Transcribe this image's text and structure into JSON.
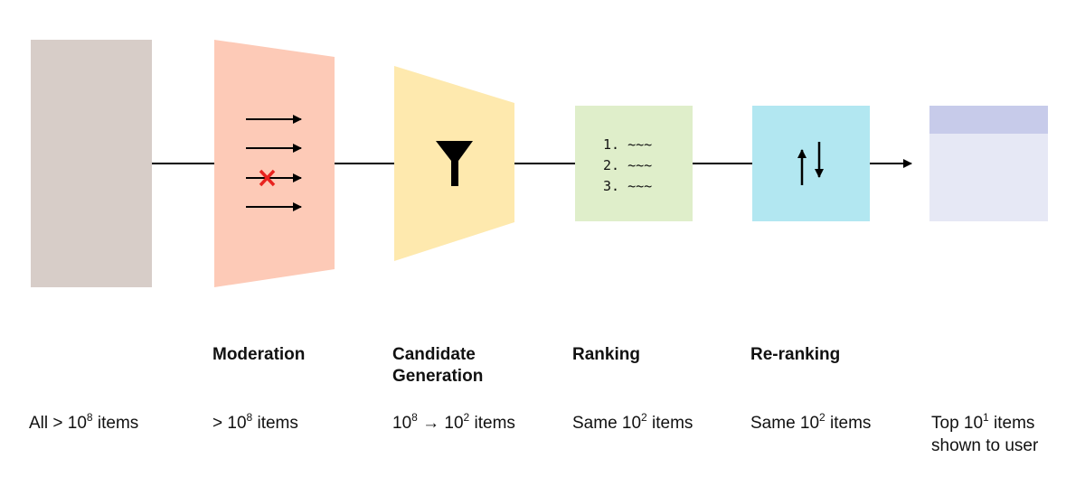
{
  "stages": [
    {
      "id": "all",
      "title": "",
      "count_prefix": "All > 10",
      "count_exp": "8",
      "count_suffix": " items",
      "count_line2": "",
      "color": "#d7cdc8"
    },
    {
      "id": "moderation",
      "title": "Moderation",
      "count_prefix": "> 10",
      "count_exp": "8",
      "count_suffix": " items",
      "count_line2": "",
      "color": "#fdcab7"
    },
    {
      "id": "candidate",
      "title": "Candidate",
      "title_line2": "Generation",
      "count_prefix": "10",
      "count_exp": "8",
      "count_mid": " → 10",
      "count_exp2": "2",
      "count_suffix": " items",
      "count_line2": "",
      "color": "#fee9ae"
    },
    {
      "id": "ranking",
      "title": "Ranking",
      "count_prefix": "Same 10",
      "count_exp": "2",
      "count_suffix": " items",
      "count_line2": "",
      "color": "#dfeeca"
    },
    {
      "id": "reranking",
      "title": "Re-ranking",
      "count_prefix": "Same 10",
      "count_exp": "2",
      "count_suffix": " items",
      "count_line2": "",
      "color": "#b2e7f1"
    },
    {
      "id": "output",
      "title": "",
      "count_prefix": "Top 10",
      "count_exp": "1",
      "count_suffix": " items",
      "count_line2": "shown to user",
      "color": "#e6e8f5",
      "header_color": "#c7cbea"
    }
  ],
  "ranking_list": [
    "1. ~~~",
    "2. ~~~",
    "3. ~~~"
  ],
  "icons": {
    "moderation": "arrows-with-blocked-item-icon",
    "candidate": "funnel-icon",
    "reranking": "swap-arrows-icon"
  },
  "colors": {
    "line": "#000000",
    "blocked": "#e8231f"
  }
}
